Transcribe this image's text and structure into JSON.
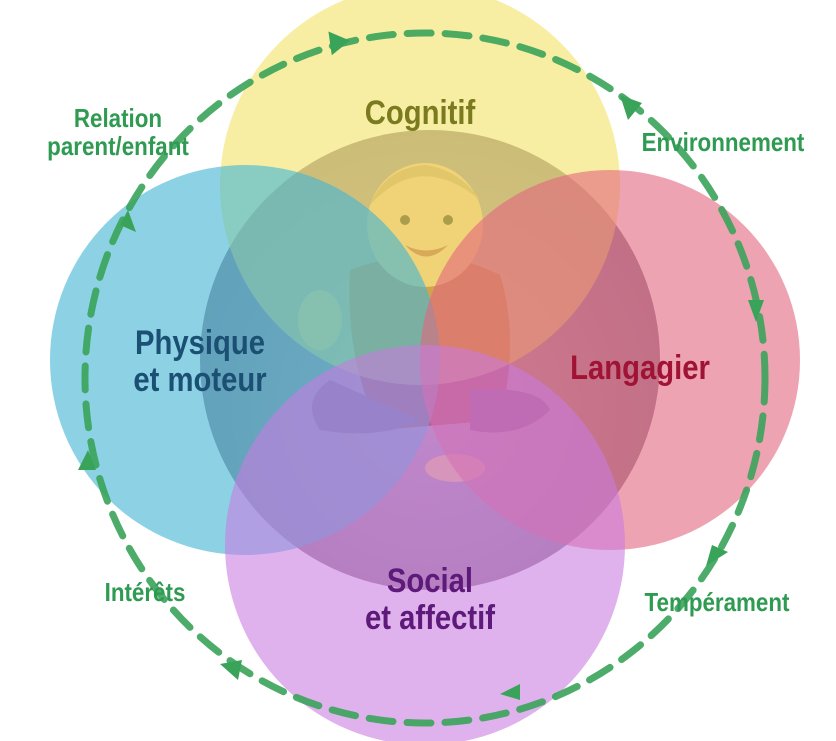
{
  "domains": {
    "cognitif": "Cognitif",
    "physique_line1": "Physique",
    "physique_line2": "et moteur",
    "langagier": "Langagier",
    "social_line1": "Social",
    "social_line2": "et affectif"
  },
  "influences": {
    "relation_line1": "Relation",
    "relation_line2": "parent/enfant",
    "environnement": "Environnement",
    "temperament": "Tempérament",
    "interets": "Intérêts"
  },
  "colors": {
    "cognitif": "#f2e46a",
    "physique": "#45b6d4",
    "langagier": "#e2657f",
    "social": "#c97ae0",
    "cycle": "#3aa35a"
  },
  "icons": {
    "baby": "crawling-baby-photo",
    "cycle": "dashed-cycle-arrow"
  }
}
